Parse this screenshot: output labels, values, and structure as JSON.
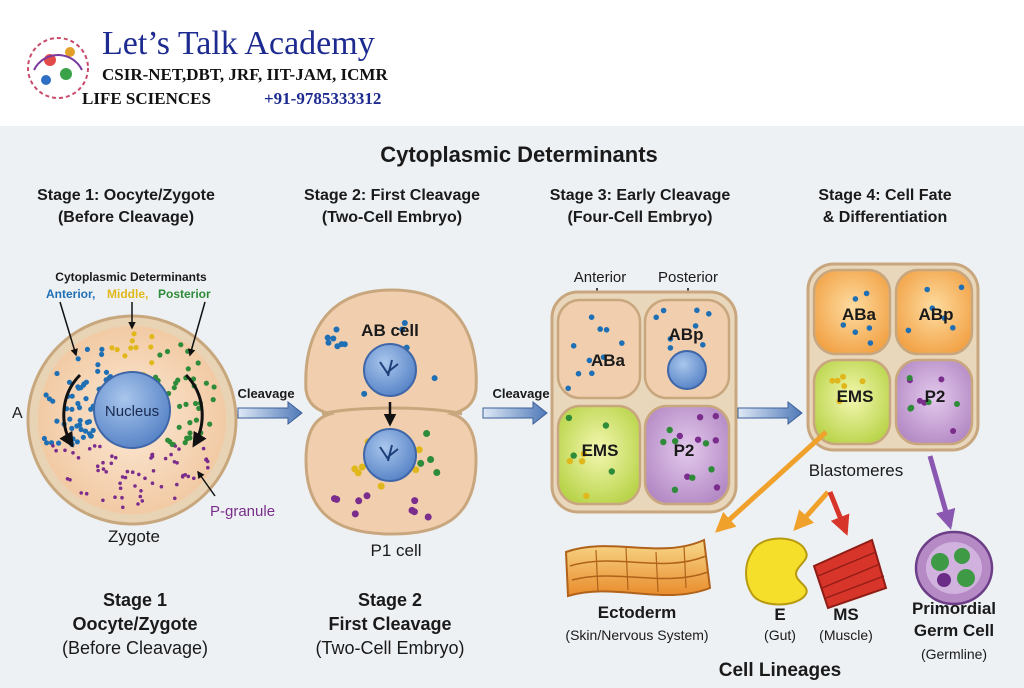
{
  "header": {
    "brand": "Let’s Talk Academy",
    "exams": "CSIR-NET,DBT, JRF, IIT-JAM, ICMR",
    "subject": "LIFE SCIENCES",
    "phone": "+91-9785333312"
  },
  "title": "Cytoplasmic Determinants",
  "stages": [
    {
      "heading1": "Stage 1: Oocyte/Zygote",
      "heading2": "(Before Cleavage)",
      "caption1": "Stage 1",
      "caption2": "Oocyte/Zygote",
      "caption3": "(Before Cleavage)"
    },
    {
      "heading1": "Stage 2: First Cleavage",
      "heading2": "(Two-Cell Embryo)",
      "caption1": "Stage 2",
      "caption2": "First Cleavage",
      "caption3": "(Two-Cell Embryo)"
    },
    {
      "heading1": "Stage 3: Early Cleavage",
      "heading2": "(Four-Cell Embryo)"
    },
    {
      "heading1": "Stage 4: Cell Fate",
      "heading2": "& Differentiation"
    }
  ],
  "stage1": {
    "determinants_label": "Cytoplasmic Determinants",
    "anterior": "Anterior,",
    "middle": "Middle,",
    "posterior": "Posterior",
    "nucleus": "Nucleus",
    "side_letter": "A",
    "pgranule": "P-granule",
    "cell_label": "Zygote"
  },
  "stage2": {
    "ab_cell": "AB cell",
    "p1_cell": "P1 cell"
  },
  "stage3": {
    "anterior": "Anterior",
    "posterior": "Posterior",
    "cells": [
      "ABa",
      "ABp",
      "EMS",
      "P2"
    ]
  },
  "stage4": {
    "cells": [
      "ABa",
      "ABp",
      "EMS",
      "P2"
    ],
    "blastomeres": "Blastomeres",
    "ectoderm": "Ectoderm",
    "ectoderm_sub": "(Skin/Nervous System)",
    "e_label": "E",
    "e_sub": "(Gut)",
    "ms_label": "MS",
    "ms_sub": "(Muscle)",
    "pgc1": "Primordial",
    "pgc2": "Germ Cell",
    "pgc_sub": "(Germline)",
    "lineages": "Cell Lineages"
  },
  "arrows": {
    "cleavage1": "Cleavage",
    "cleavage2": "Cleavage"
  },
  "colors": {
    "anterior": "#1f6fb5",
    "middle": "#e0b81c",
    "posterior": "#2e8b3a",
    "pgranule": "#7a2d8c",
    "brand": "#1d2a8f"
  }
}
